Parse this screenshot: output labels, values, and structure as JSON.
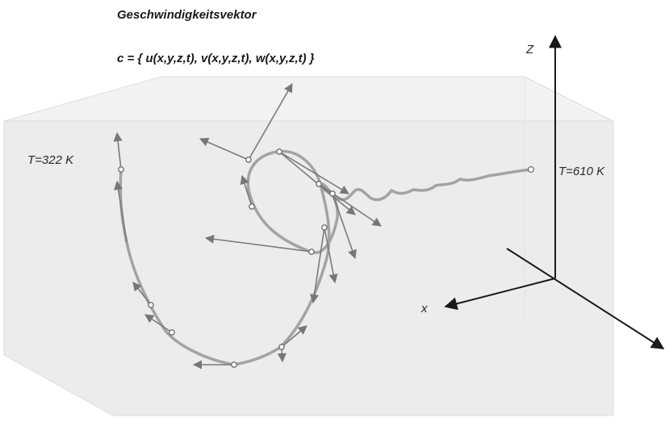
{
  "diagram": {
    "title": "Geschwindigkeitsvektor",
    "formula": "c = { u(x,y,z,t), v(x,y,z,t), w(x,y,z,t) }",
    "temperature_start": "T=322 K",
    "temperature_end": "T=610 K",
    "axes": {
      "z": "Z",
      "x": "x"
    }
  },
  "colors": {
    "box_fill": "#ececee",
    "box_edge": "#dadadc",
    "trajectory": "#a4a4a4",
    "vector": "#7a7a7a",
    "axis": "#1a1a1a",
    "point": "#ffffff"
  }
}
